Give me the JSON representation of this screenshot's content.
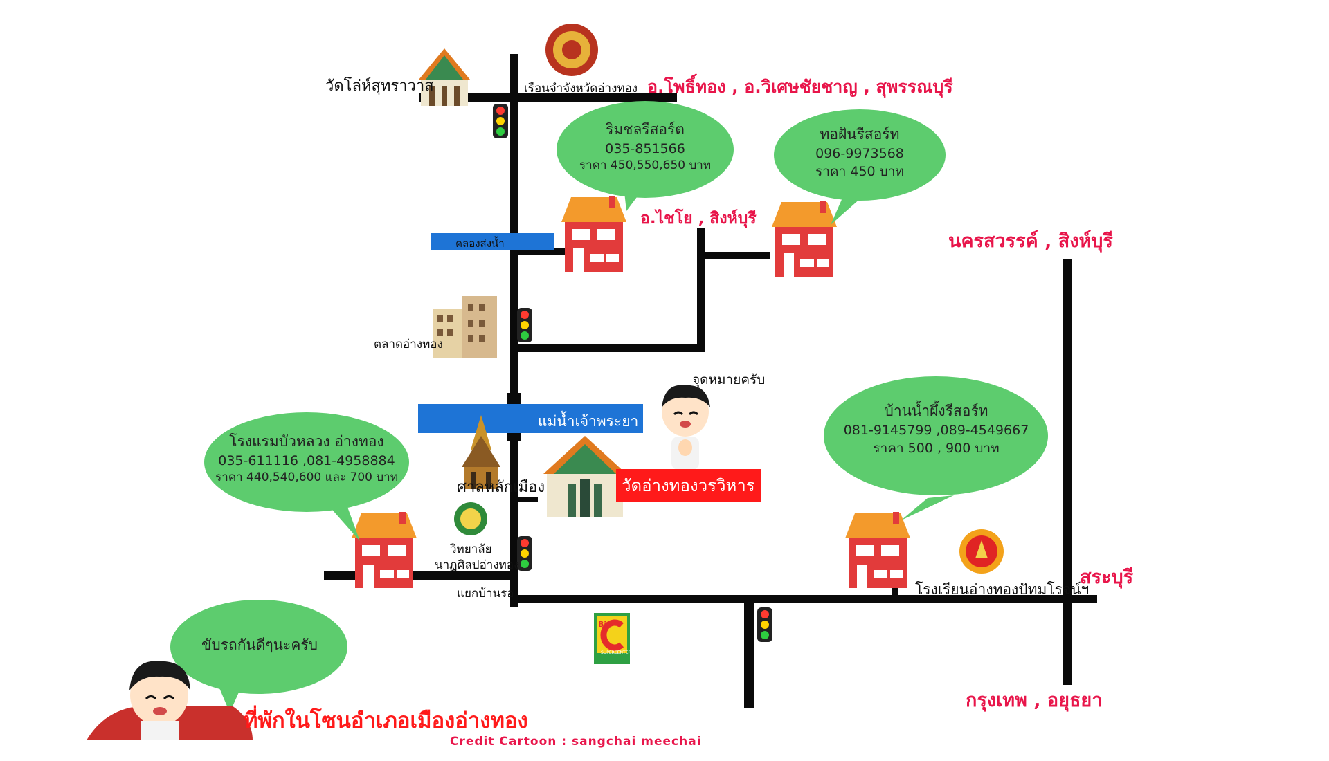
{
  "colors": {
    "road": "#0a0a0a",
    "river": "#1e74d6",
    "bubble": "#5dcc6e",
    "house_wall": "#e23b3b",
    "house_roof": "#f39a2c",
    "accent_red": "#e8154a",
    "temple_badge": "#ff1a1a"
  },
  "landmarks": {
    "wat_lo_hasutthawat": "วัดโล่ห์สุทราวาส",
    "prison": "เรือนจำจังหวัดอ่างทอง",
    "khlong": "คลองส่งน้ำ",
    "market": "ตลาดอ่างทอง",
    "river": "แม่น้ำเจ้าพระยา",
    "city_pillar": "ศาลหลักเมือง",
    "temple_main": "วัดอ่างทองวรวิหาร",
    "college_line1": "วิทยาลัย",
    "college_line2": "นาฏศิลปอ่างทอง",
    "junction": "แยกบ้านรอ",
    "school": "โรงเรียนอ่างทองปัทมโรจน์ฯ",
    "bigc_big": "Big",
    "bigc_c": "C",
    "bigc_sub": "SUPERCENTER"
  },
  "destinations": {
    "north": "อ.โพธิ์ทอง , อ.วิเศษชัยชาญ , สุพรรณบุรี",
    "chaiyo": "อ.ไชโย , สิงห์บุรี",
    "nakhonsawan": "นครสวรรค์ , สิงห์บุรี",
    "saraburi": "สระบุรี",
    "bangkok": "กรุงเทพ , อยุธยา"
  },
  "bubbles": {
    "rimchon": {
      "name": "ริมชลรีสอร์ต",
      "phone": "035-851566",
      "price": "ราคา  450,550,650  บาท"
    },
    "thofan": {
      "name": "ทอฝันรีสอร์ท",
      "phone": "096-9973568",
      "price": "ราคา  450  บาท"
    },
    "bualuang": {
      "name": "โรงแรมบัวหลวง  อ่างทอง",
      "phone": "035-611116  ,081-4958884",
      "price": "ราคา  440,540,600  และ  700  บาท"
    },
    "bannamphueng": {
      "name": "บ้านน้ำผึ้งรีสอร์ท",
      "phone": "081-9145799  ,089-4549667",
      "price": "ราคา  500  ,  900  บาท"
    },
    "drive": {
      "text": "ขับรถกันดีๆนะครับ"
    }
  },
  "cartoon": {
    "destination_text": "จุดหมายครับ"
  },
  "footer": {
    "title": "ที่พักในโซนอำเภอเมืองอ่างทอง",
    "credit": "Credit Cartoon : sangchai meechai"
  }
}
